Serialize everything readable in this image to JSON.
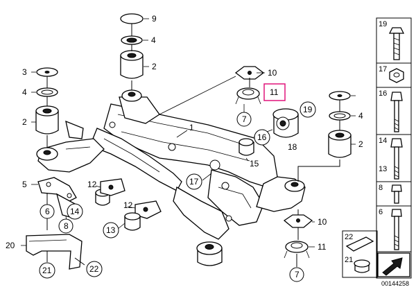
{
  "diagram": {
    "highlight_color": "#e0137a",
    "callouts": {
      "c9": "9",
      "c4a": "4",
      "c2a": "2",
      "c3": "3",
      "c4b": "4",
      "c2b": "2",
      "c10a": "10",
      "c11a": "11",
      "c7a": "7",
      "c19": "19",
      "c16": "16",
      "c18": "18",
      "c4c": "4",
      "c2c": "2",
      "c1": "1",
      "c15": "15",
      "c17": "17",
      "c5": "5",
      "c6": "6",
      "c14": "14",
      "c8": "8",
      "c12a": "12",
      "c12b": "12",
      "c13": "13",
      "c20": "20",
      "c21": "21",
      "c22": "22",
      "c10b": "10",
      "c11b": "11",
      "c7b": "7"
    },
    "sidebar": {
      "i19": "19",
      "i17": "17",
      "i16": "16",
      "i14": "14",
      "i13": "13",
      "i8": "8",
      "i6": "6",
      "i22": "22",
      "i21": "21"
    },
    "diagram_number": "00144258"
  }
}
